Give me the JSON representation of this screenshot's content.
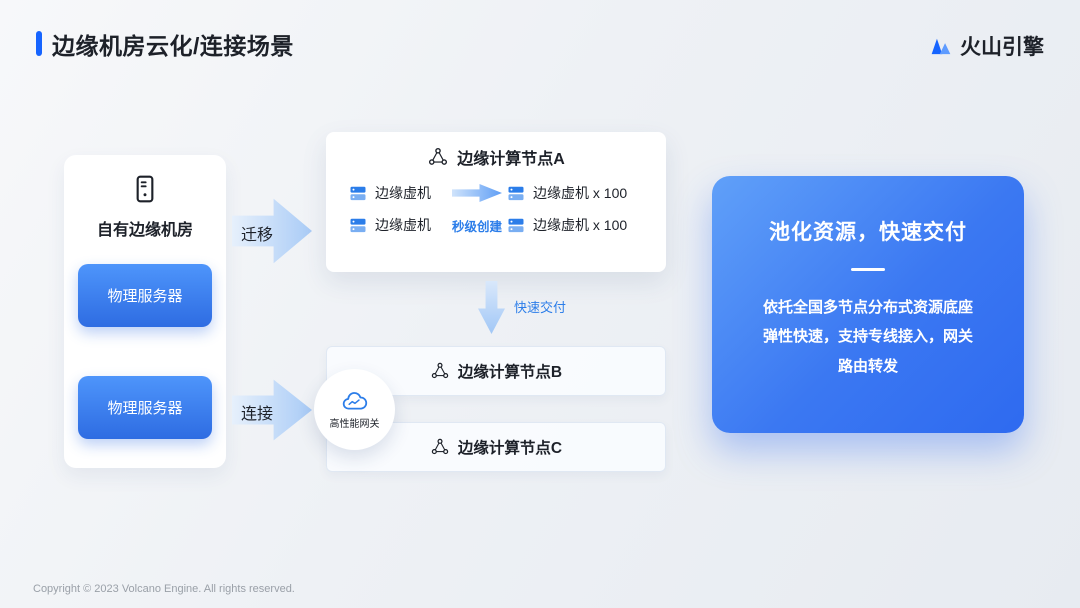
{
  "header": {
    "title": "边缘机房云化/连接场景",
    "logo_text": "火山引擎"
  },
  "left_card": {
    "title": "自有边缘机房",
    "servers": [
      "物理服务器",
      "物理服务器"
    ]
  },
  "arrows": {
    "migrate_label": "迁移",
    "connect_label": "连接",
    "fast_delivery_label": "快速交付",
    "seconds_create_label": "秒级创建"
  },
  "node_a": {
    "title": "边缘计算节点A",
    "left_vms": [
      "边缘虚机",
      "边缘虚机"
    ],
    "right_vms": [
      "边缘虚机 x 100",
      "边缘虚机 x 100"
    ]
  },
  "node_b": {
    "title": "边缘计算节点B"
  },
  "node_c": {
    "title": "边缘计算节点C"
  },
  "gateway": {
    "label": "高性能网关"
  },
  "right_card": {
    "title": "池化资源，快速交付",
    "body": "依托全国多节点分布式资源底座\n弹性快速，支持专线接入，网关\n路由转发"
  },
  "footer": {
    "copyright": "Copyright © 2023 Volcano Engine. All rights reserved."
  },
  "icons": {
    "logo": "mountain-peaks",
    "left_card": "server-cabinet",
    "node": "cluster-nodes",
    "vm": "server-stack",
    "gateway": "cloud-chart"
  },
  "colors": {
    "accent_blue": "#1664ff",
    "vm_icon_blue": "#2b7de9",
    "right_card_gradient_start": "#60a0f9",
    "right_card_gradient_end": "#2e6af0",
    "label_blue": "#2b7de9",
    "text_dark": "#1d2129"
  }
}
